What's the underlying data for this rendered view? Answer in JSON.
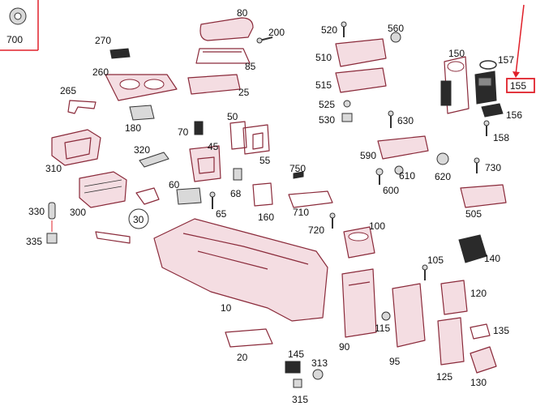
{
  "diagram": {
    "labels": {
      "p10": "10",
      "p20": "20",
      "p25": "25",
      "p30": "30",
      "p45": "45",
      "p50": "50",
      "p55": "55",
      "p60": "60",
      "p65": "65",
      "p68": "68",
      "p70": "70",
      "p80": "80",
      "p85": "85",
      "p90": "90",
      "p95": "95",
      "p100": "100",
      "p105": "105",
      "p115": "115",
      "p120": "120",
      "p125": "125",
      "p130": "130",
      "p135": "135",
      "p140": "140",
      "p145": "145",
      "p150": "150",
      "p155": "155",
      "p156": "156",
      "p157": "157",
      "p158": "158",
      "p160": "160",
      "p180": "180",
      "p200": "200",
      "p260": "260",
      "p265": "265",
      "p270": "270",
      "p300": "300",
      "p310": "310",
      "p313": "313",
      "p315": "315",
      "p320": "320",
      "p330": "330",
      "p335": "335",
      "p505": "505",
      "p510": "510",
      "p515": "515",
      "p520": "520",
      "p525": "525",
      "p530": "530",
      "p560": "560",
      "p590": "590",
      "p600": "600",
      "p610": "610",
      "p620": "620",
      "p630": "630",
      "p700": "700",
      "p710": "710",
      "p720": "720",
      "p730": "730",
      "p750": "750"
    },
    "highlight_color": "#e0202a",
    "part_color": "#8a2a3a"
  }
}
